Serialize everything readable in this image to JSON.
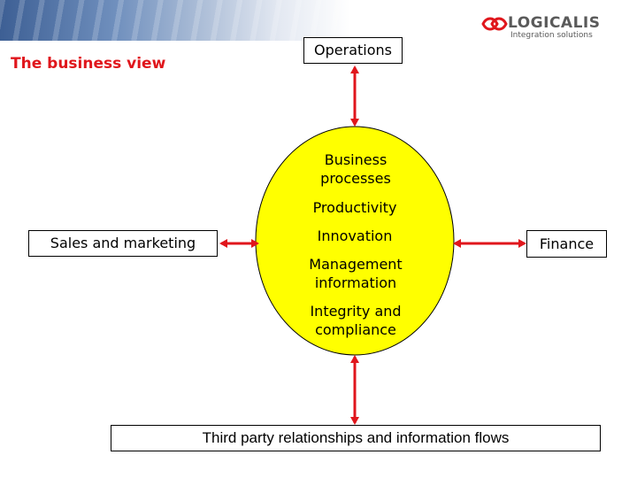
{
  "slide": {
    "title": "The business view"
  },
  "logo": {
    "name": "LOGICALIS",
    "tagline": "Integration solutions",
    "icon": "logicalis-mark-icon"
  },
  "diagram": {
    "center": {
      "items": [
        "Business processes",
        "Productivity",
        "Innovation",
        "Management information",
        "Integrity and compliance"
      ]
    },
    "top": "Operations",
    "left": "Sales and marketing",
    "right": "Finance",
    "bottom": "Third party relationships and information flows"
  },
  "colors": {
    "ellipse_fill": "#ffff00",
    "arrow": "#e0161c",
    "title": "#e0161c"
  }
}
